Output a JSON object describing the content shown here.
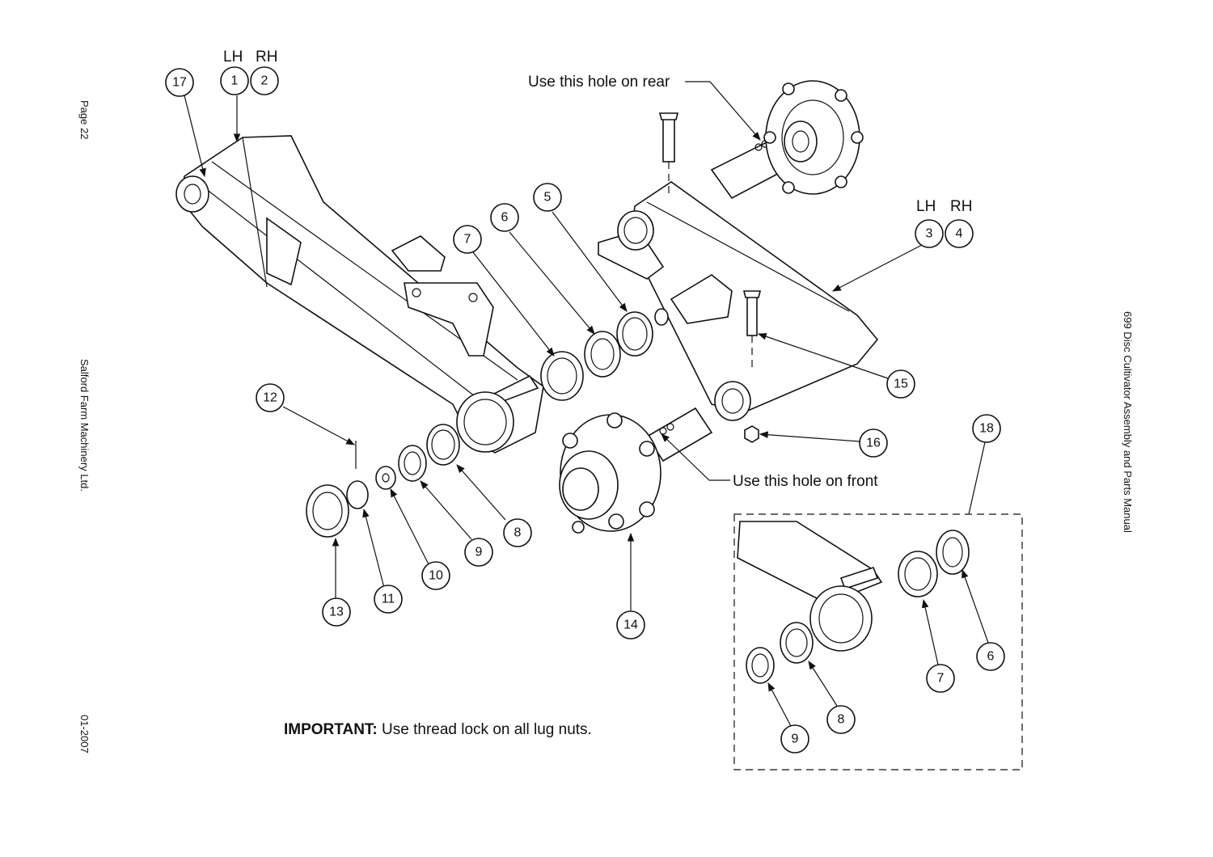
{
  "margin": {
    "page": "Page 22",
    "company": "Salford Farm Machinery Ltd.",
    "date": "01-2007",
    "manual_title": "699 Disc Cultivator Assembly and Parts Manual"
  },
  "hand_labels": {
    "lh": "LH",
    "rh": "RH"
  },
  "callouts": {
    "rear_hole": "Use this hole on rear",
    "front_hole": "Use this hole on front"
  },
  "note": {
    "bold": "IMPORTANT:",
    "text": " Use thread lock on all lug nuts."
  },
  "balloons": [
    "17",
    "1",
    "2",
    "3",
    "4",
    "5",
    "6",
    "7",
    "8",
    "9",
    "10",
    "11",
    "12",
    "13",
    "14",
    "15",
    "16",
    "18",
    "6",
    "7",
    "8",
    "9"
  ]
}
